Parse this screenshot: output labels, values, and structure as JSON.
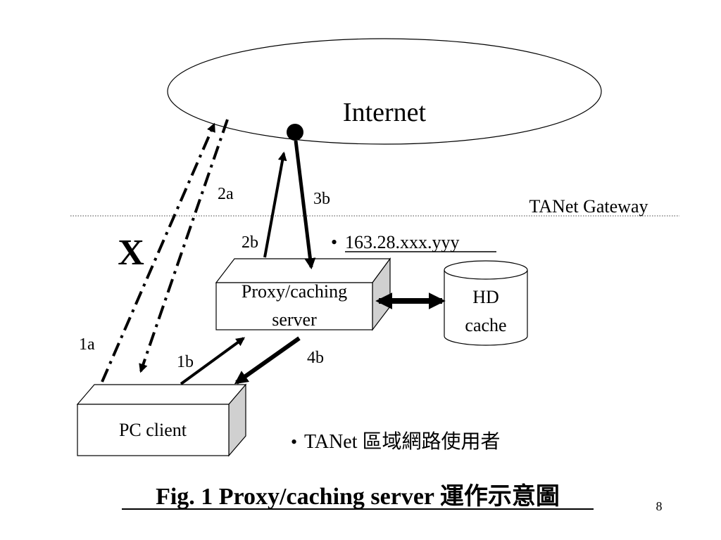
{
  "internet": {
    "label": "Internet"
  },
  "gateway": {
    "label": "TANet Gateway"
  },
  "proxy_ip": {
    "bullet": "•",
    "label": "163.28.xxx.yyy"
  },
  "proxy_server": {
    "line1": "Proxy/caching",
    "line2": "server"
  },
  "hd_cache": {
    "line1": "HD",
    "line2": "cache"
  },
  "pc_client": {
    "label": "PC client"
  },
  "users_note": {
    "bullet": "•",
    "label": "TANet 區域網路使用者"
  },
  "blocked_mark": {
    "label": "X"
  },
  "flows": {
    "f1a": "1a",
    "f2a": "2a",
    "f1b": "1b",
    "f2b": "2b",
    "f3b": "3b",
    "f4b": "4b"
  },
  "caption": {
    "label": "Fig. 1 Proxy/caching server 運作示意圖"
  },
  "slide_number": "8"
}
